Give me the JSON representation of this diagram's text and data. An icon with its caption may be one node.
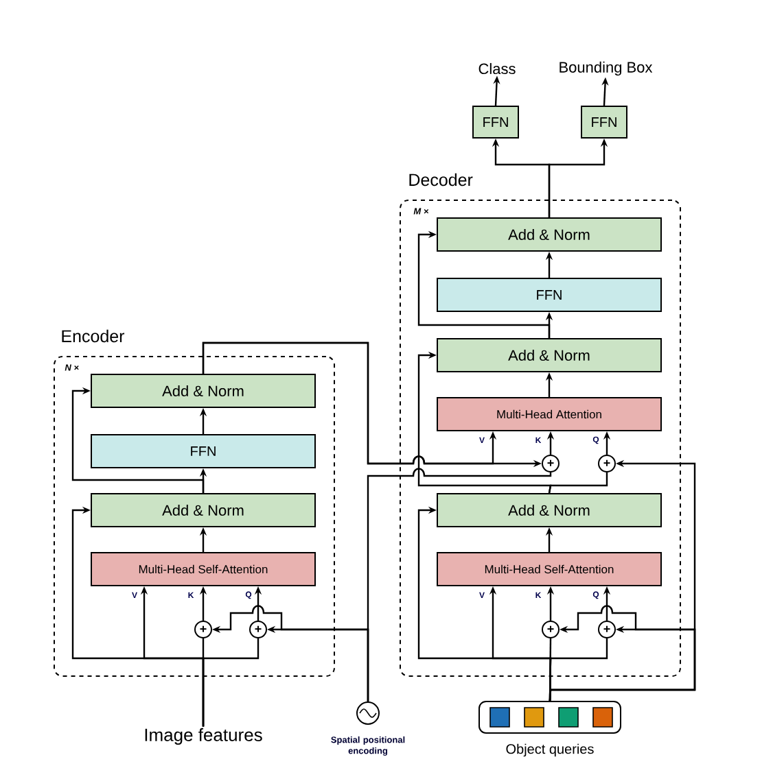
{
  "diagram": {
    "nodes": [
      {
        "text": [
          "Class"
        ]
      },
      {
        "text": [
          "Bounding Box"
        ]
      },
      {
        "text": [
          "FFN"
        ]
      },
      {
        "text": [
          "FFN"
        ]
      },
      {
        "text": [
          "Decoder",
          "M ×"
        ]
      },
      {
        "text": [
          "Add & Norm"
        ],
        "in": 4
      },
      {
        "text": [
          "FFN"
        ],
        "in": 4
      },
      {
        "text": [
          "Add & Norm"
        ],
        "in": 4
      },
      {
        "text": [
          "Multi-Head Attention"
        ],
        "in": 4
      },
      {
        "text": [
          "+"
        ],
        "in": 4
      },
      {
        "text": [
          "+"
        ],
        "in": 4
      },
      {
        "text": [
          "Add & Norm"
        ],
        "in": 4
      },
      {
        "text": [
          "Multi-Head Self-Attention"
        ],
        "in": 4
      },
      {
        "text": [
          "+"
        ],
        "in": 4
      },
      {
        "text": [
          "+"
        ],
        "in": 4
      },
      {
        "text": [
          "Encoder",
          "N ×"
        ]
      },
      {
        "text": [
          "Add & Norm"
        ],
        "in": 15
      },
      {
        "text": [
          "FFN"
        ],
        "in": 15
      },
      {
        "text": [
          "Add & Norm"
        ],
        "in": 15
      },
      {
        "text": [
          "Multi-Head Self-Attention"
        ],
        "in": 15
      },
      {
        "text": [
          "+"
        ],
        "in": 15
      },
      {
        "text": [
          "+"
        ],
        "in": 15
      },
      {
        "text": [
          "Image features"
        ]
      },
      {
        "text": [],
        "shape": "circle",
        "beside": [
          "Spatial positional encoding"
        ]
      },
      {
        "text": [
          "Object queries"
        ]
      },
      {
        "text": [],
        "shape": "box",
        "in": 24
      },
      {
        "text": [],
        "shape": "box",
        "in": 24
      },
      {
        "text": [],
        "shape": "box",
        "in": 24
      },
      {
        "text": [],
        "shape": "box",
        "in": 24
      }
    ],
    "edges": [
      {
        "from": 22,
        "to": 20,
        "arrow": "none"
      },
      {
        "from": 20,
        "to": 19,
        "arrow": "to"
      },
      {
        "from": 22,
        "to": 19,
        "arrow": "to"
      },
      {
        "from": 22,
        "to": 21,
        "arrow": "none"
      },
      {
        "from": 21,
        "to": 19,
        "arrow": "to"
      },
      {
        "from": 22,
        "to": 18,
        "arrow": "to"
      },
      {
        "from": 23,
        "to": 21,
        "arrow": "to"
      },
      {
        "from": 23,
        "to": 20,
        "arrow": "to"
      },
      {
        "from": 19,
        "to": 18,
        "arrow": "to"
      },
      {
        "from": 18,
        "to": 17,
        "arrow": "to"
      },
      {
        "from": 18,
        "to": 16,
        "arrow": "to"
      },
      {
        "from": 17,
        "to": 16,
        "arrow": "to"
      },
      {
        "from": 16,
        "to": 9,
        "arrow": "to"
      },
      {
        "from": 16,
        "to": 8,
        "arrow": "to"
      },
      {
        "from": 23,
        "to": 9,
        "arrow": "none"
      },
      {
        "from": 24,
        "to": 13,
        "arrow": "none"
      },
      {
        "from": 13,
        "to": 12,
        "arrow": "to"
      },
      {
        "from": 24,
        "to": 12,
        "arrow": "to"
      },
      {
        "from": 24,
        "to": 14,
        "arrow": "none"
      },
      {
        "from": 14,
        "to": 12,
        "arrow": "to"
      },
      {
        "from": 24,
        "to": 11,
        "arrow": "to"
      },
      {
        "from": 24,
        "to": 14,
        "arrow": "to"
      },
      {
        "from": 24,
        "to": 13,
        "arrow": "to"
      },
      {
        "from": 24,
        "to": 10,
        "arrow": "to"
      },
      {
        "from": 12,
        "to": 11,
        "arrow": "to"
      },
      {
        "from": 11,
        "to": 10,
        "arrow": "none"
      },
      {
        "from": 11,
        "to": 7,
        "arrow": "to"
      },
      {
        "from": 10,
        "to": 8,
        "arrow": "to"
      },
      {
        "from": 9,
        "to": 8,
        "arrow": "to"
      },
      {
        "from": 8,
        "to": 7,
        "arrow": "to"
      },
      {
        "from": 7,
        "to": 6,
        "arrow": "to"
      },
      {
        "from": 7,
        "to": 5,
        "arrow": "to"
      },
      {
        "from": 6,
        "to": 5,
        "arrow": "to"
      },
      {
        "from": 5,
        "to": 2,
        "arrow": "to"
      },
      {
        "from": 5,
        "to": 3,
        "arrow": "to"
      },
      {
        "from": 2,
        "to": 0,
        "arrow": "to"
      },
      {
        "from": 3,
        "to": 1,
        "arrow": "to"
      }
    ],
    "labels": [
      "V",
      "K",
      "Q",
      "V",
      "K",
      "Q",
      "V",
      "K",
      "Q"
    ]
  }
}
